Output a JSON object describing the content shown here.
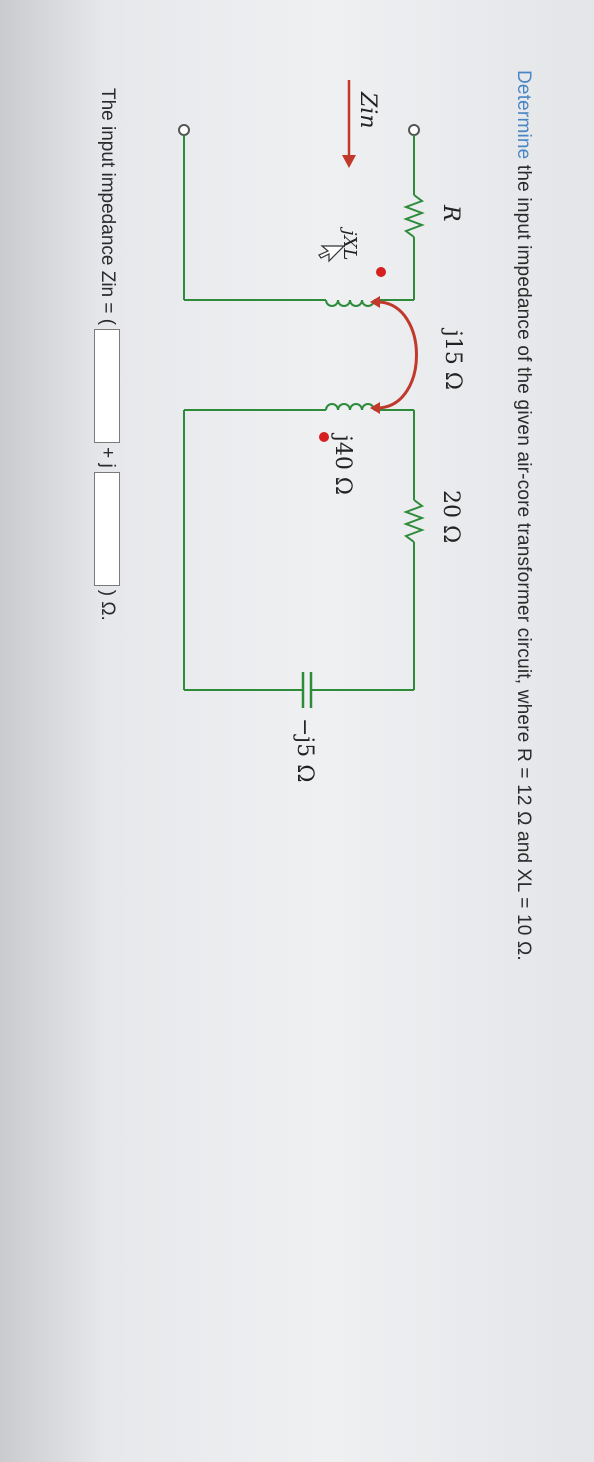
{
  "question": {
    "lead": "Determine",
    "text": " the input impedance of the given air-core transformer circuit, where R = 12 Ω and XL = 10 Ω."
  },
  "circuit": {
    "zin_label": "Zin",
    "r_label": "R",
    "jxl_label": "jXL",
    "mutual_label": "j15 Ω",
    "secondary_inductor_label": "j40 Ω",
    "resistor_20_label": "20 Ω",
    "capacitor_label": "−j5 Ω",
    "wire_color": "#2e8b3a",
    "accent_color": "#c0392b"
  },
  "answer": {
    "prefix": "The input impedance Zin = (",
    "mid": "+ j",
    "suffix": ") Ω."
  }
}
